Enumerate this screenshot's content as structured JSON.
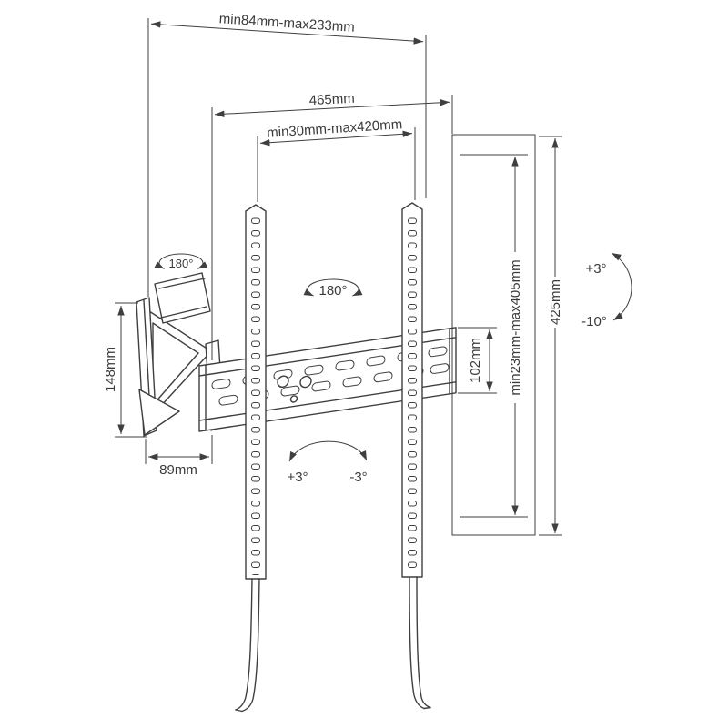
{
  "colors": {
    "line": "#3f3f3f",
    "text": "#3b3b3b",
    "bg": "#ffffff"
  },
  "labels": {
    "depth_range": "min84mm-max233mm",
    "plate_width": "465mm",
    "vesa_width_range": "min30mm-max420mm",
    "swivel_arm": "180°",
    "swivel_plate": "180°",
    "plate_height": "102mm",
    "vesa_height_range": "min23mm-max405mm",
    "bracket_height": "425mm",
    "wall_plate_height": "148mm",
    "wall_plate_width": "89mm",
    "tilt_up_right": "+3°",
    "tilt_down_right": "-10°",
    "level_plus": "+3°",
    "level_minus": "-3°"
  }
}
